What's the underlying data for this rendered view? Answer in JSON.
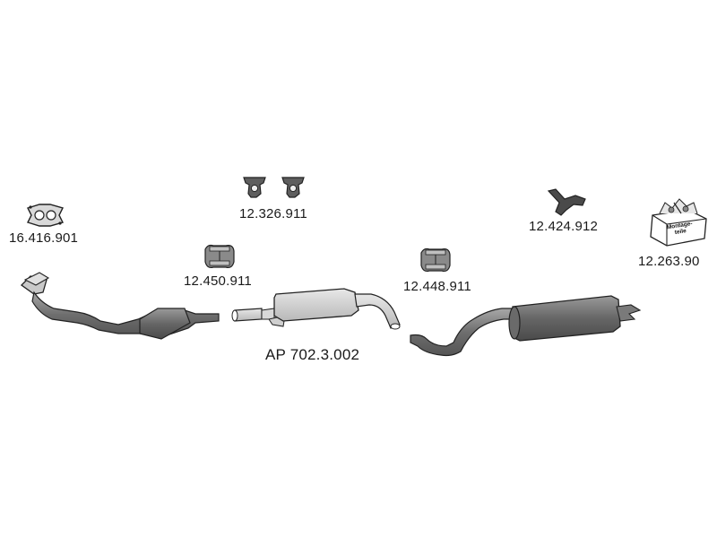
{
  "parts": {
    "gasket": {
      "part_number": "16.416.901"
    },
    "rubber_hangers": {
      "part_number": "12.326.911"
    },
    "clamp_front": {
      "part_number": "12.450.911"
    },
    "clamp_rear": {
      "part_number": "12.448.911"
    },
    "bracket": {
      "part_number": "12.424.912"
    },
    "mounting_kit": {
      "part_number": "12.263.90",
      "box_label_line1": "Montage-",
      "box_label_line2": "teile"
    }
  },
  "assembly": {
    "part_number": "AP 702.3.002"
  },
  "colors": {
    "part_fill": "#7a7a7a",
    "part_dark": "#4d4d4d",
    "part_light": "#b5b5b5",
    "outline": "#222222"
  }
}
